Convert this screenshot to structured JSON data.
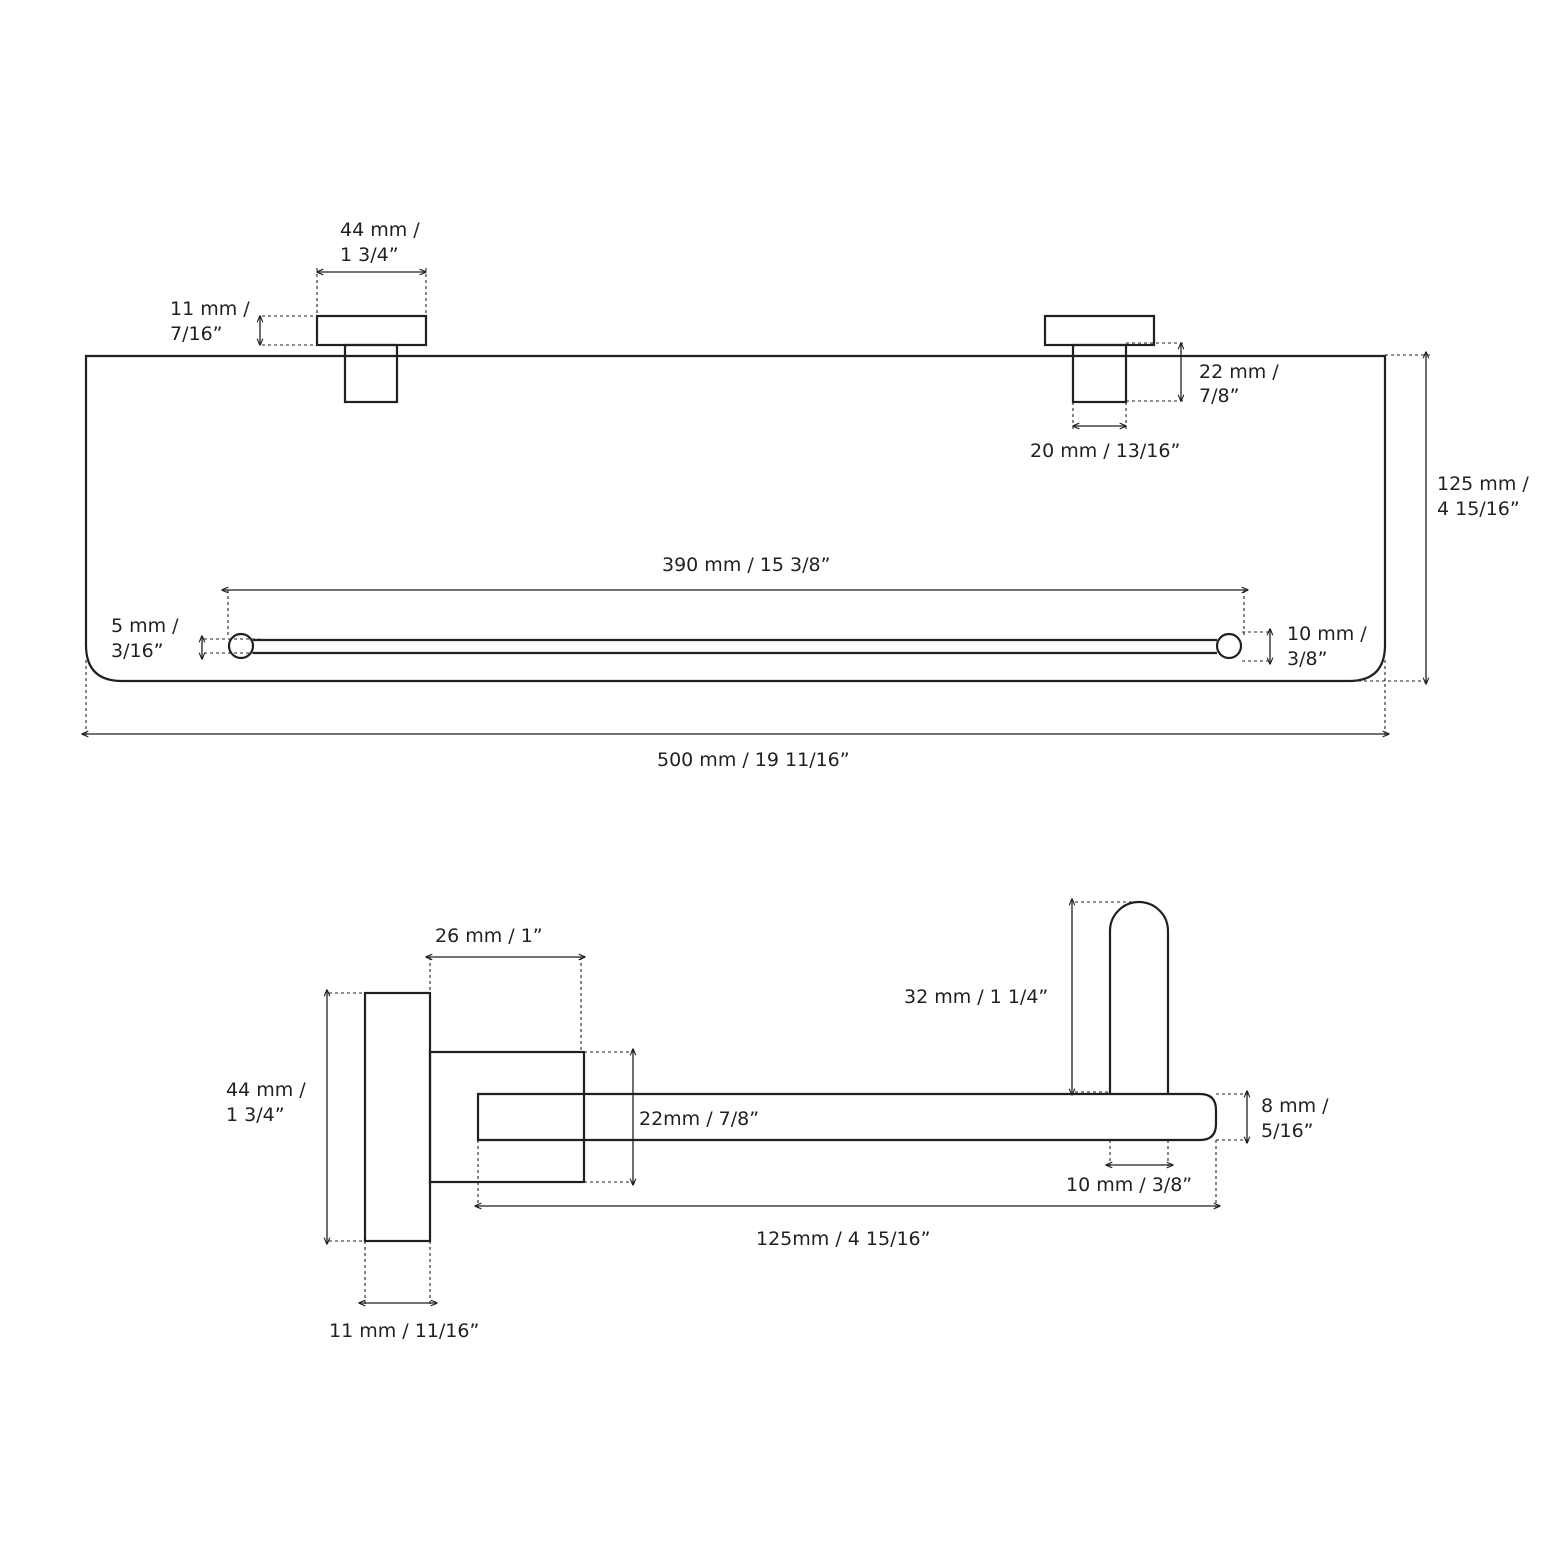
{
  "colors": {
    "line": "#231f20",
    "background": "#ffffff"
  },
  "front_view": {
    "base_width": {
      "line1": "44 mm /",
      "line2": "1  3/4”"
    },
    "base_depth": {
      "line1": "11 mm /",
      "line2": "7/16”"
    },
    "post_height": {
      "line1": "22 mm /",
      "line2": "7/8”"
    },
    "post_width": "20 mm /  13/16”",
    "shelf_depth": {
      "line1": "125 mm /",
      "line2": "4   15/16”"
    },
    "rail_length": "390 mm /  15  3/8”",
    "rail_end_small": {
      "line1": "5 mm /",
      "line2": "3/16”"
    },
    "rail_end_large": {
      "line1": "10 mm /",
      "line2": "3/8”"
    },
    "shelf_width": "500 mm /  19  11/16”"
  },
  "side_view": {
    "post_length": "26 mm /   1”",
    "base_height": {
      "line1": "44 mm /",
      "line2": "1  3/4”"
    },
    "post_height": "22mm /  7/8”",
    "upright_height": "32 mm /   1  1/4”",
    "shelf_thickness": {
      "line1": "8 mm /",
      "line2": "5/16”"
    },
    "upright_width": "10 mm / 3/8”",
    "shelf_depth": "125mm /  4  15/16”",
    "base_thickness": "11 mm / 11/16”"
  }
}
